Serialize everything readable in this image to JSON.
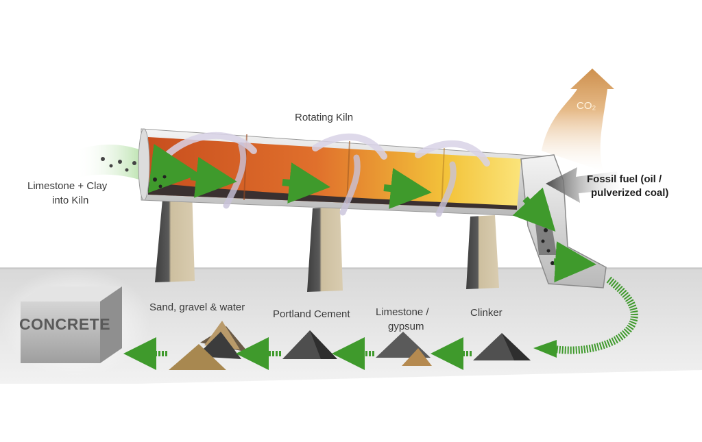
{
  "labels": {
    "kiln": "Rotating Kiln",
    "input_line1": "Limestone + Clay",
    "input_line2": "into Kiln",
    "fuel_line1": "Fossil fuel (oil /",
    "fuel_line2": "pulverized coal)",
    "co2": "CO₂",
    "sand": "Sand, gravel & water",
    "portland": "Portland Cement",
    "gypsum_line1": "Limestone /",
    "gypsum_line2": "gypsum",
    "clinker": "Clinker",
    "concrete": "CONCRETE"
  },
  "colors": {
    "flow_arrow": "#3f9a2c",
    "kiln_hot": "#f2d33a",
    "kiln_body": "#d9642a",
    "co2_plume": "#d89a52",
    "pier": "#c8b89c",
    "ground": "#e6e6e6"
  }
}
